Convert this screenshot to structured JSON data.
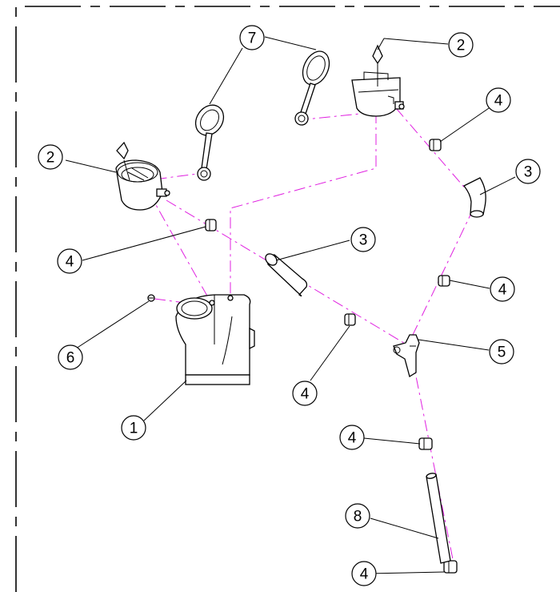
{
  "balloons": [
    {
      "id": "b1",
      "label": "1"
    },
    {
      "id": "b2a",
      "label": "2"
    },
    {
      "id": "b2b",
      "label": "2"
    },
    {
      "id": "b3a",
      "label": "3"
    },
    {
      "id": "b3b",
      "label": "3"
    },
    {
      "id": "b4a",
      "label": "4"
    },
    {
      "id": "b4b",
      "label": "4"
    },
    {
      "id": "b4c",
      "label": "4"
    },
    {
      "id": "b4d",
      "label": "4"
    },
    {
      "id": "b4e",
      "label": "4"
    },
    {
      "id": "b4f",
      "label": "4"
    },
    {
      "id": "b5",
      "label": "5"
    },
    {
      "id": "b6",
      "label": "6"
    },
    {
      "id": "b7",
      "label": "7"
    },
    {
      "id": "b8",
      "label": "8"
    }
  ],
  "colors": {
    "center_line": "#e020e0",
    "outline": "#000000",
    "background": "#ffffff"
  }
}
